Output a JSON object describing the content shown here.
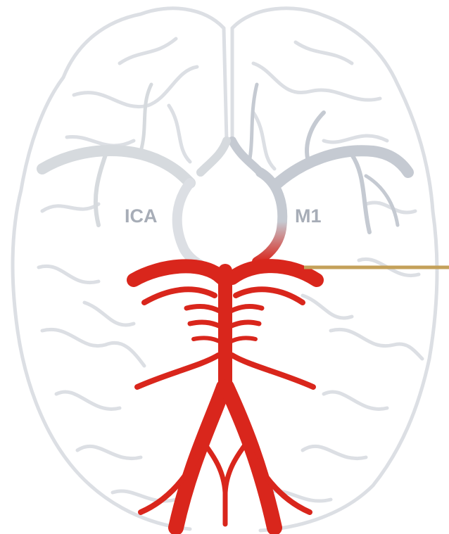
{
  "labels": {
    "ica": "ICA",
    "m1": "M1"
  },
  "colors": {
    "brain_outline": "#dcdfe4",
    "vessel_grey": "#c5cad2",
    "artery_red": "#d9261c",
    "pointer_gold": "#c4a15a",
    "label": "#a7adb7"
  },
  "icons": [
    "brain-outline",
    "circle-of-willis",
    "basilar-artery",
    "pointer-line"
  ]
}
